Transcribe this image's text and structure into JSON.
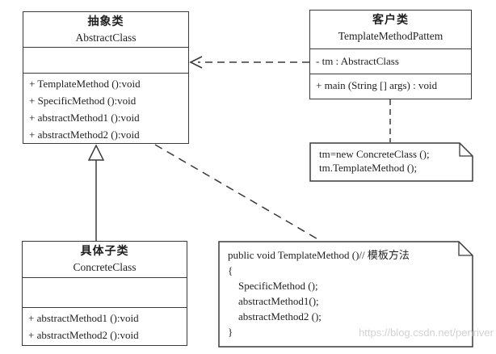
{
  "diagram": {
    "type": "uml-class-diagram",
    "colors": {
      "line": "#3a3a3a",
      "background": "#ffffff",
      "watermark": "#d2d2d2"
    },
    "classes": {
      "abstract": {
        "stereotype_cn": "抽象类",
        "name": "AbstractClass",
        "methods": [
          "+ TemplateMethod ():void",
          "+ SpecificMethod ():void",
          "+ abstractMethod1 ():void",
          "+ abstractMethod2 ():void"
        ]
      },
      "client": {
        "stereotype_cn": "客户类",
        "name": "TemplateMethodPattem",
        "attributes": [
          "- tm : AbstractClass"
        ],
        "methods": [
          "+ main (String [] args) : void"
        ]
      },
      "concrete": {
        "stereotype_cn": "具体子类",
        "name": "ConcreteClass",
        "methods": [
          "+ abstractMethod1 ():void",
          "+ abstractMethod2 ():void"
        ]
      }
    },
    "notes": {
      "client_note": {
        "lines": [
          "tm=new ConcreteClass ();",
          "tm.TemplateMethod ();"
        ]
      },
      "template_note": {
        "lines": [
          "public void TemplateMethod ()// 模板方法",
          "{",
          "    SpecificMethod ();",
          "    abstractMethod1();",
          "    abstractMethod2 ();",
          "}"
        ]
      }
    },
    "relations": {
      "dependency": "TemplateMethodPattem ..> AbstractClass",
      "generalization": "ConcreteClass --|> AbstractClass"
    },
    "watermark": "https://blog.csdn.net/penriver"
  }
}
